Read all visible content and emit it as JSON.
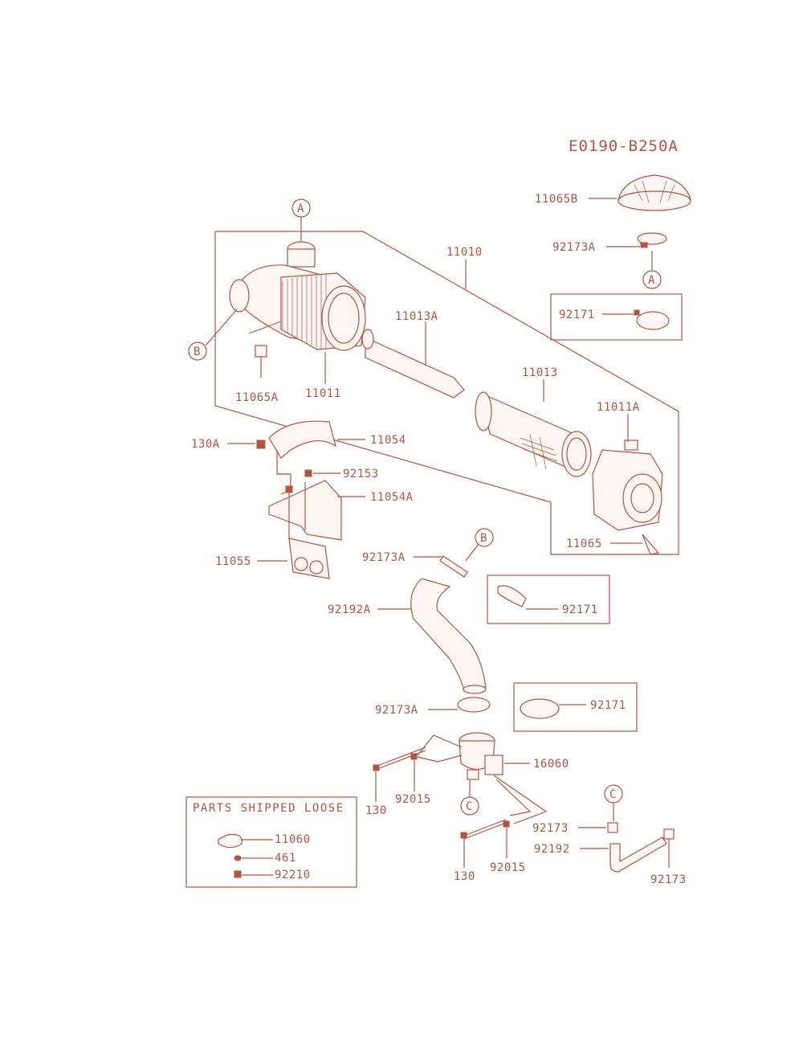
{
  "diagram_code": "E0190-B250A",
  "accent_color": "#b5533c",
  "shipped_loose_title": "PARTS SHIPPED LOOSE",
  "labels": {
    "p11065B": "11065B",
    "p92173A_top": "92173A",
    "p92171_top": "92171",
    "p11010": "11010",
    "p11013A": "11013A",
    "p11013": "11013",
    "p11011A": "11011A",
    "p11065A": "11065A",
    "p11011": "11011",
    "p130A": "130A",
    "p11054": "11054",
    "p92153": "92153",
    "p11054A": "11054A",
    "p11055": "11055",
    "p11065": "11065",
    "p92173A_mid": "92173A",
    "p92192A": "92192A",
    "p92171_mid": "92171",
    "p92173A_low": "92173A",
    "p92171_low": "92171",
    "p16060": "16060",
    "p130_a": "130",
    "p92015_a": "92015",
    "p130_b": "130",
    "p92015_b": "92015",
    "p92173_a": "92173",
    "p92192": "92192",
    "p92173_b": "92173",
    "p11060": "11060",
    "p461": "461",
    "p92210": "92210"
  },
  "callouts": {
    "A": "A",
    "B": "B",
    "C": "C"
  }
}
